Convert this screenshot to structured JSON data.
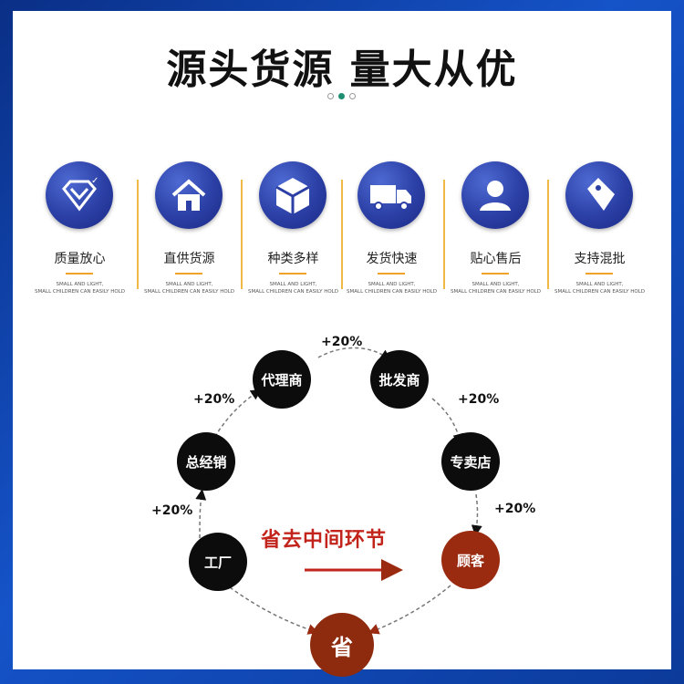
{
  "header": {
    "title": "源头货源 量大从优",
    "carousel_dots": 3,
    "active_dot": 1
  },
  "features": [
    {
      "icon": "diamond-icon",
      "label": "质量放心",
      "line1": "SMALL AND LIGHT,",
      "line2": "SMALL CHILDREN CAN EASILY HOLD"
    },
    {
      "icon": "house-icon",
      "label": "直供货源",
      "line1": "SMALL AND LIGHT,",
      "line2": "SMALL CHILDREN CAN EASILY HOLD"
    },
    {
      "icon": "cube-icon",
      "label": "种类多样",
      "line1": "SMALL AND LIGHT,",
      "line2": "SMALL CHILDREN CAN EASILY HOLD"
    },
    {
      "icon": "truck-icon",
      "label": "发货快速",
      "line1": "SMALL AND LIGHT,",
      "line2": "SMALL CHILDREN CAN EASILY HOLD"
    },
    {
      "icon": "person-icon",
      "label": "贴心售后",
      "line1": "SMALL AND LIGHT,",
      "line2": "SMALL CHILDREN CAN EASILY HOLD"
    },
    {
      "icon": "tag-icon",
      "label": "支持混批",
      "line1": "SMALL AND LIGHT,",
      "line2": "SMALL CHILDREN CAN EASILY HOLD"
    }
  ],
  "diagram": {
    "nodes": {
      "agent": "代理商",
      "wholesaler": "批发商",
      "general_distributor": "总经销",
      "store": "专卖店",
      "factory": "工厂",
      "customer": "顾客",
      "save": "省"
    },
    "percents": {
      "agent_to_wholesaler": "+20%",
      "general_to_agent": "+20%",
      "wholesaler_to_store": "+20%",
      "factory_to_general": "+20%",
      "store_to_customer": "+20%"
    },
    "center_text": "省去中间环节"
  },
  "colors": {
    "accent_orange": "#f0a22a",
    "icon_blue": "#2b3fa5",
    "node_red": "#9a2a10",
    "frame_blue": "#0b3a9a"
  }
}
